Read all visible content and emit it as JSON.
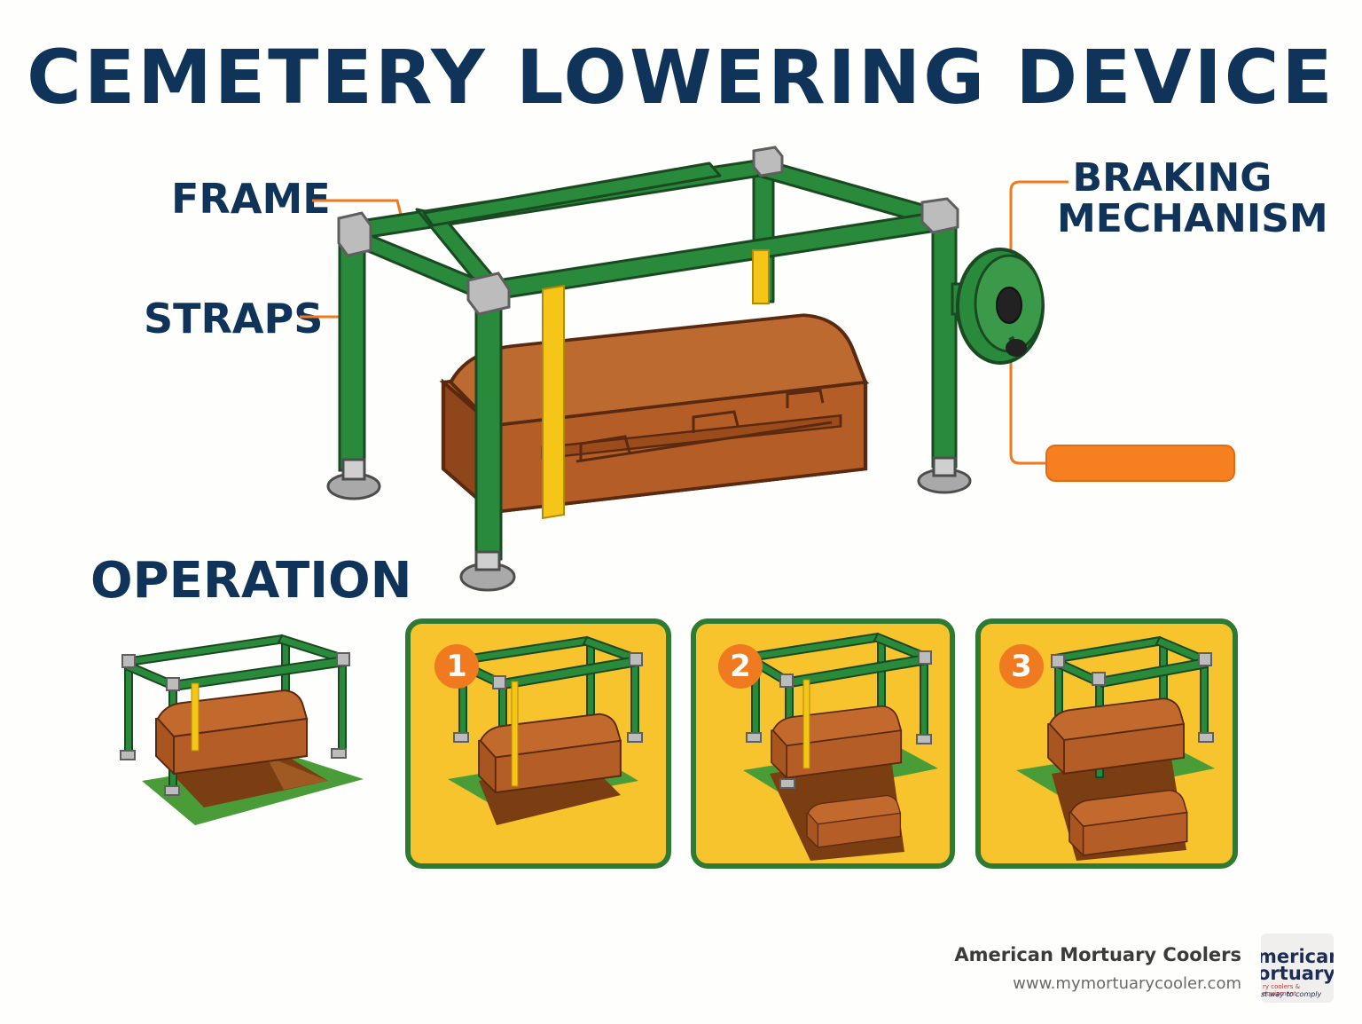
{
  "title": "CEMETERY LOWERING DEVICE",
  "labels": {
    "frame": "FRAME",
    "straps": "STRAPS",
    "braking_line1": "BRAKING",
    "braking_line2": "MECHANISM",
    "operation": "OPERATION"
  },
  "steps": [
    "1",
    "2",
    "3"
  ],
  "footer": {
    "company": "American Mortuary Coolers",
    "url": "www.mymortuarycooler.com"
  },
  "logo": {
    "line1": "merican",
    "line2": "ortuary",
    "line3": "ry coolers & equipment",
    "line4": "st way to comply"
  },
  "colors": {
    "title": "#0f3359",
    "frame": "#2a8a3c",
    "strap": "#f5c518",
    "casket": "#b8612a",
    "callout": "#f07a1f",
    "panel_bg": "#f8c42e",
    "panel_border": "#2d7a32"
  },
  "icons": [
    "frame-icon",
    "casket-icon",
    "brake-wheel-icon",
    "lever-icon"
  ]
}
